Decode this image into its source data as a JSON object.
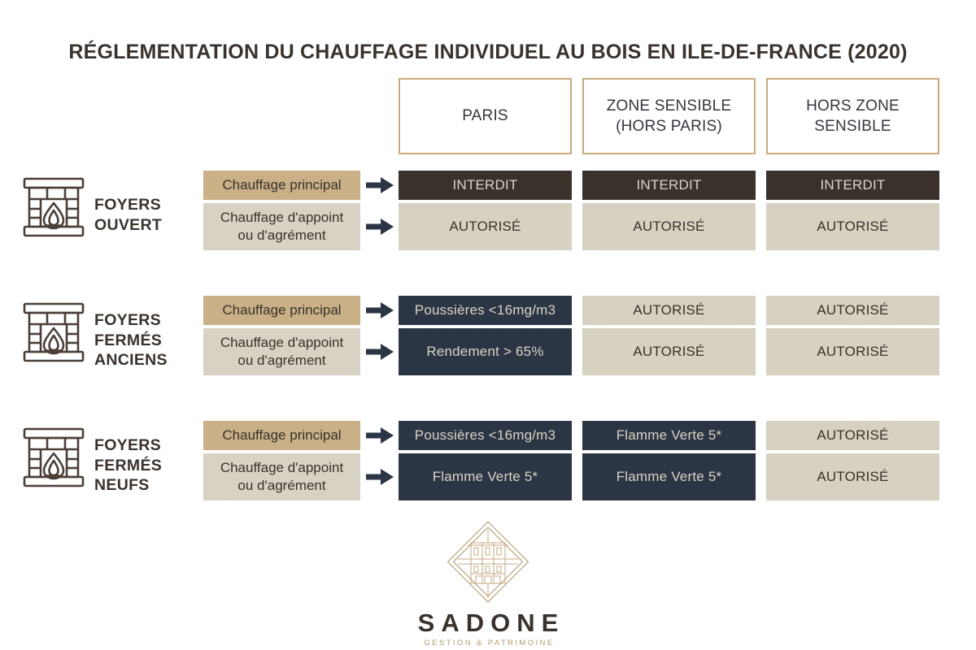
{
  "title": "RÉGLEMENTATION DU CHAUFFAGE INDIVIDUEL AU BOIS EN ILE-DE-FRANCE (2020)",
  "colors": {
    "tan": "#C9B087",
    "tan_border": "#C6AB7D",
    "light_beige": "#D6D1C1",
    "dark_brown": "#3A312B",
    "navy": "#2B3543",
    "text_dark": "#3A322C",
    "logo_gold": "#B39A70"
  },
  "columns": [
    {
      "label": "PARIS"
    },
    {
      "label": "ZONE SENSIBLE\n(HORS PARIS)"
    },
    {
      "label": "HORS ZONE\nSENSIBLE"
    }
  ],
  "usage_labels": {
    "principal": "Chauffage principal",
    "appoint_line1": "Chauffage d'appoint",
    "appoint_line2": "ou d'agrément"
  },
  "icons": {
    "fireplace": "fireplace-icon",
    "arrow": "arrow-right-icon",
    "logo": "sadone-building-diamond-icon"
  },
  "sections": [
    {
      "name": "foyers-ouvert",
      "label_lines": [
        "FOYERS",
        "OUVERT"
      ],
      "rows": [
        {
          "usage": "principal",
          "cells": [
            {
              "text": "INTERDIT",
              "style": "v-dark"
            },
            {
              "text": "INTERDIT",
              "style": "v-dark"
            },
            {
              "text": "INTERDIT",
              "style": "v-dark"
            }
          ]
        },
        {
          "usage": "appoint",
          "cells": [
            {
              "text": "AUTORISÉ",
              "style": "v-light"
            },
            {
              "text": "AUTORISÉ",
              "style": "v-light"
            },
            {
              "text": "AUTORISÉ",
              "style": "v-light"
            }
          ]
        }
      ]
    },
    {
      "name": "foyers-fermes-anciens",
      "label_lines": [
        "FOYERS",
        "FERMÉS",
        "ANCIENS"
      ],
      "rows": [
        {
          "usage": "principal",
          "cells": [
            {
              "text": "Poussières <16mg/m3",
              "style": "v-navy"
            },
            {
              "text": "AUTORISÉ",
              "style": "v-light"
            },
            {
              "text": "AUTORISÉ",
              "style": "v-light"
            }
          ]
        },
        {
          "usage": "appoint",
          "cells": [
            {
              "text": "Rendement > 65%",
              "style": "v-navy"
            },
            {
              "text": "AUTORISÉ",
              "style": "v-light"
            },
            {
              "text": "AUTORISÉ",
              "style": "v-light"
            }
          ]
        }
      ]
    },
    {
      "name": "foyers-fermes-neufs",
      "label_lines": [
        "FOYERS",
        "FERMÉS",
        "NEUFS"
      ],
      "rows": [
        {
          "usage": "principal",
          "cells": [
            {
              "text": "Poussières <16mg/m3",
              "style": "v-navy"
            },
            {
              "text": "Flamme Verte 5*",
              "style": "v-navy"
            },
            {
              "text": "AUTORISÉ",
              "style": "v-light"
            }
          ]
        },
        {
          "usage": "appoint",
          "cells": [
            {
              "text": "Flamme Verte 5*",
              "style": "v-navy"
            },
            {
              "text": "Flamme Verte 5*",
              "style": "v-navy"
            },
            {
              "text": "AUTORISÉ",
              "style": "v-light"
            }
          ]
        }
      ]
    }
  ],
  "logo": {
    "name": "SADONE",
    "tagline": "GESTION & PATRIMOINE"
  }
}
